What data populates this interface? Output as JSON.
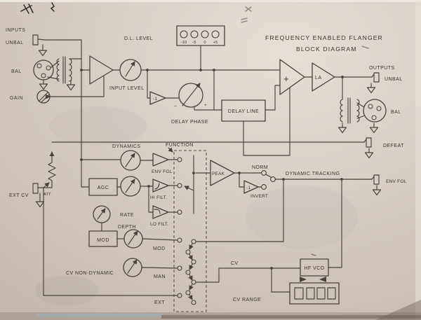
{
  "title": {
    "line1": "FREQUENCY ENABLED FLANGER",
    "line2": "BLOCK DIAGRAM"
  },
  "input_section": {
    "header": "INPUTS",
    "unbal": "UNBAL",
    "bal": "BAL",
    "gain": "GAIN"
  },
  "di_meter": {
    "label": "D.L. LEVEL",
    "scale": [
      "-10",
      "-5",
      "0",
      "+5"
    ]
  },
  "input_level": {
    "label": "INPUT LEVEL"
  },
  "delay_section": {
    "inverter": "-1",
    "phase_minus": "−",
    "phase_plus": "+",
    "phase_label": "DELAY PHASE",
    "delay_line": "DELAY LINE",
    "summer": "+",
    "line_amp": "LA"
  },
  "output_section": {
    "header": "OUTPUTS",
    "unbal": "UNBAL",
    "bal": "BAL",
    "defeat": "DEFEAT",
    "env_fol_jack": "ENV FOL"
  },
  "dynamics_section": {
    "header": "DYNAMICS",
    "agc": "AGC",
    "env_fol": "ENV FOL",
    "hi_filt": "HI FILT.",
    "lo_filt": "LO FILT.",
    "peak": "PEAK",
    "norm": "NORM",
    "invert_gain": "-1",
    "invert": "INVERT",
    "tracking": "DYNAMIC TRACKING"
  },
  "function_switch": {
    "header": "FUNCTION",
    "mod": "MOD",
    "man": "MAN",
    "ext": "EXT"
  },
  "mod_section": {
    "rate": "RATE",
    "depth": "DEPTH",
    "mod_box": "MOD",
    "cv_non_dynamic": "CV NON-DYNAMIC"
  },
  "cv_section": {
    "ext_cv": "EXT CV",
    "att": "ATT",
    "cv": "CV",
    "hf_vco": "HF VCO",
    "cv_range": "CV RANGE"
  },
  "colors": {
    "paper": "#d7cec6",
    "ink": "#47423b"
  }
}
